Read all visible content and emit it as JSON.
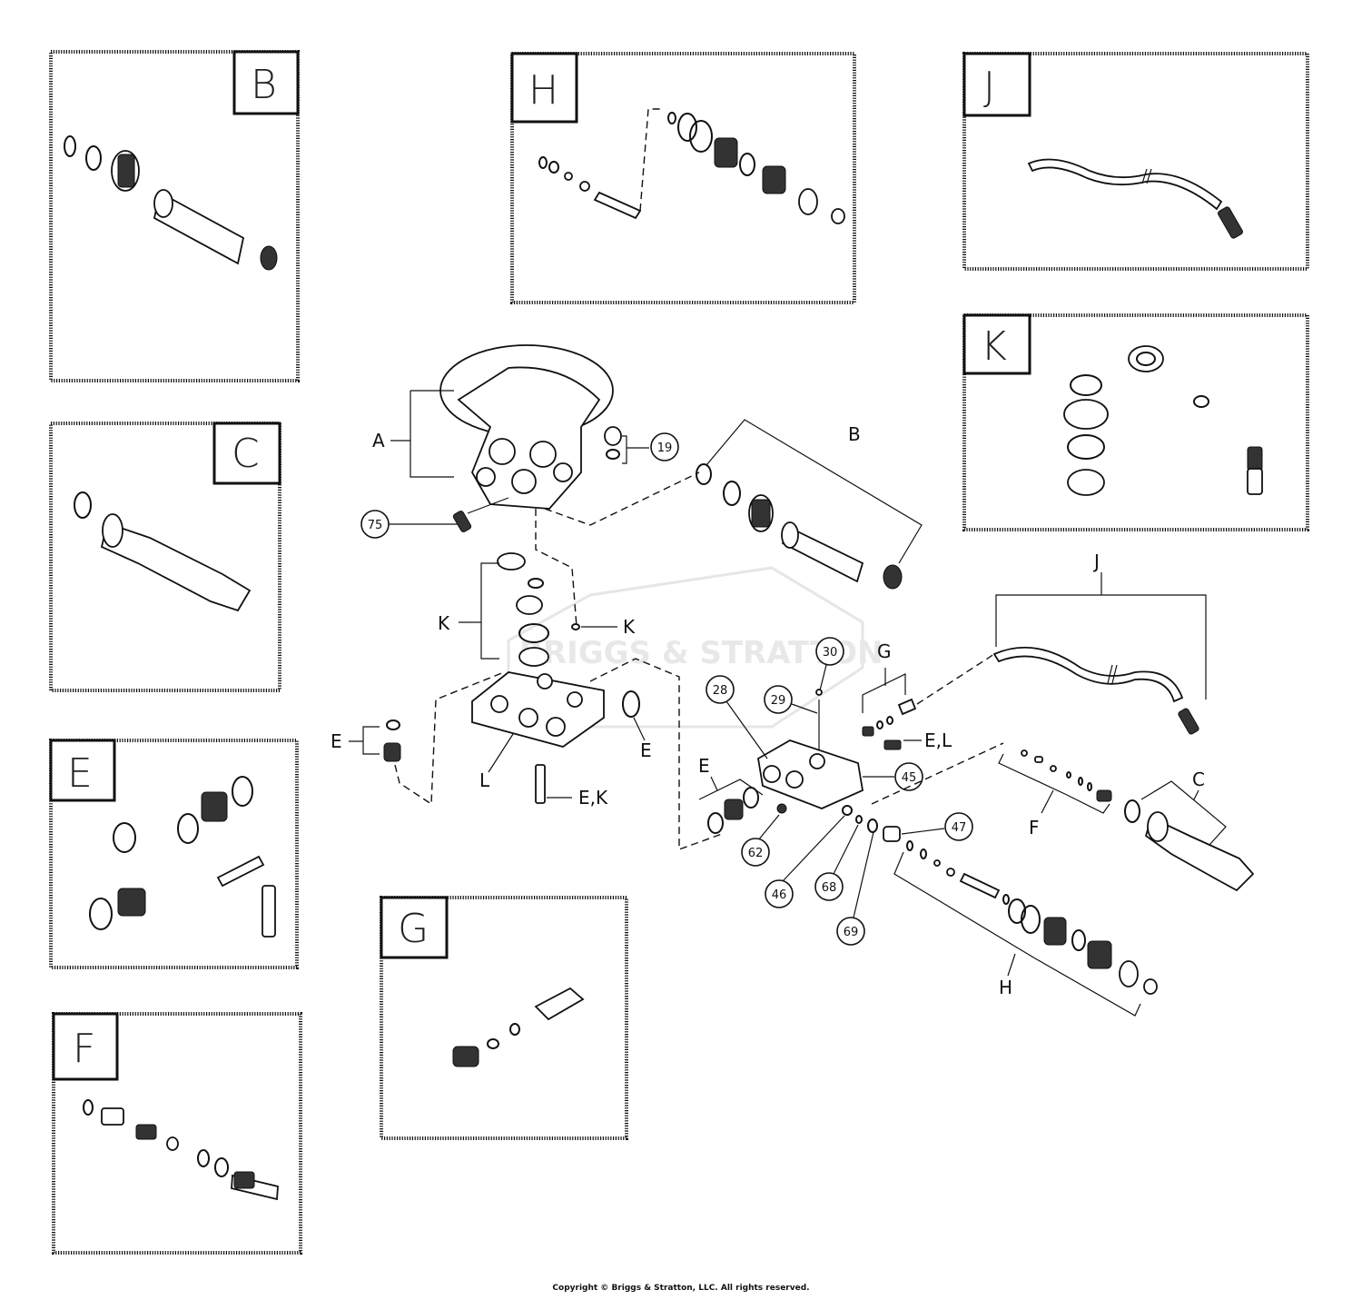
{
  "detail_boxes": {
    "B": "B",
    "C": "C",
    "E": "E",
    "F": "F",
    "G": "G",
    "H": "H",
    "J": "J",
    "K": "K"
  },
  "main_labels": {
    "A": "A",
    "B": "B",
    "C": "C",
    "E_left": "E",
    "E_right": "E",
    "E_mid": "E",
    "E_K": "E,K",
    "E_L": "E,L",
    "F": "F",
    "G": "G",
    "H": "H",
    "J": "J",
    "K_left": "K",
    "K_right": "K",
    "L": "L"
  },
  "part_numbers": {
    "p19": "19",
    "p75": "75",
    "p30": "30",
    "p28": "28",
    "p29": "29",
    "p45": "45",
    "p47": "47",
    "p62": "62",
    "p46": "46",
    "p68": "68",
    "p69": "69"
  },
  "watermark": "BRIGGS & STRATTON",
  "copyright": "Copyright © Briggs & Stratton, LLC. All rights reserved."
}
